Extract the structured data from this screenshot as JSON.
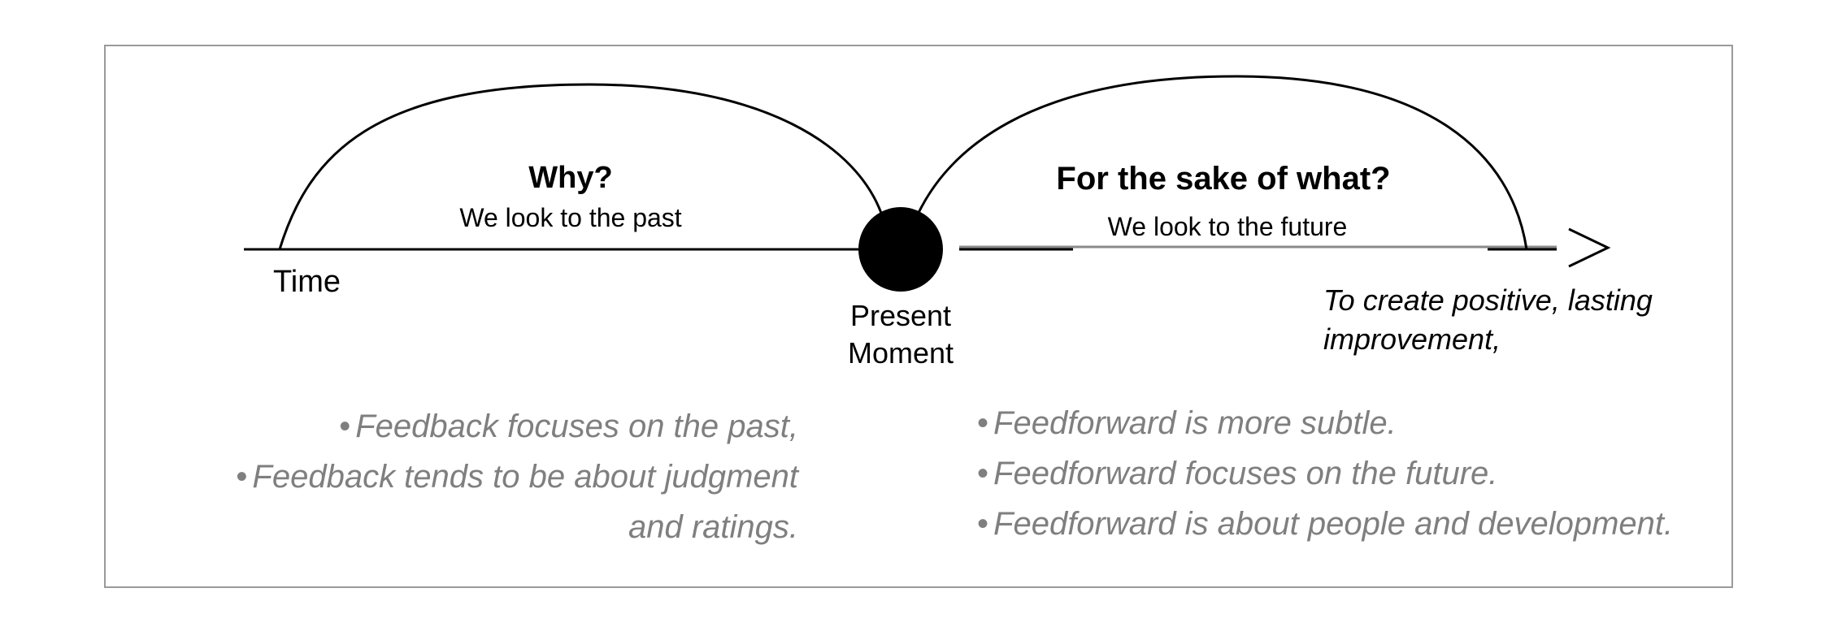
{
  "labels": {
    "time": "Time",
    "present_line1": "Present",
    "present_line2": "Moment",
    "why_title": "Why?",
    "why_sub": "We look to the past",
    "sake_title": "For the sake of what?",
    "sake_sub": "We look to the future",
    "purpose_line1": "To create positive, lasting",
    "purpose_line2": "improvement,"
  },
  "feedback_bullets": [
    "Feedback focuses on the past,",
    "Feedback tends to be about judgment",
    "and ratings."
  ],
  "feedforward_bullets": [
    "Feedforward is more subtle.",
    "Feedforward focuses on the future.",
    "Feedforward is about people and development."
  ],
  "colors": {
    "line": "#000000",
    "future_line": "#8a8a8a",
    "bullet_text": "#7f7f7f",
    "frame": "#9a9a9a"
  }
}
